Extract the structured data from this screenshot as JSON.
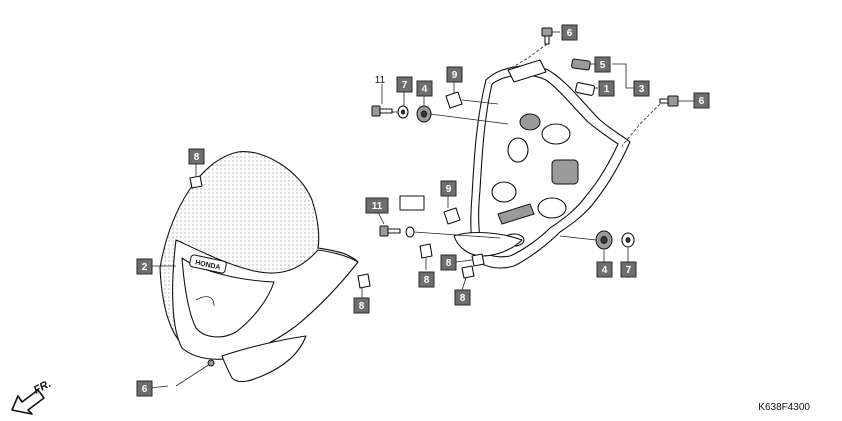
{
  "callouts": {
    "c1": "1",
    "c2": "2",
    "c3": "3",
    "c4a": "4",
    "c4b": "4",
    "c5": "5",
    "c6a": "6",
    "c6b": "6",
    "c6c": "6",
    "c7a": "7",
    "c7b": "7",
    "c8a": "8",
    "c8b": "8",
    "c8c": "8",
    "c8d": "8",
    "c8e": "8",
    "c9a": "9",
    "c9b": "9",
    "c11a": "11",
    "c11b": "11"
  },
  "front_label": "FR.",
  "diagram_code": "K638F4300",
  "emblem_text": "HONDA"
}
